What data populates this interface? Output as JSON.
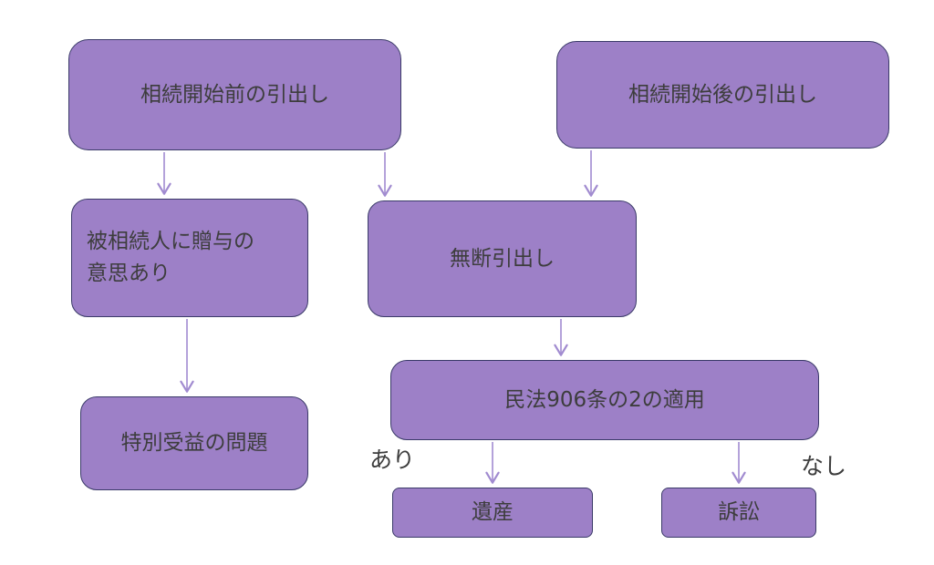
{
  "diagram": {
    "colors": {
      "background": "#ffffff",
      "box_fill": "#9d80c7",
      "box_border": "#3a3a68",
      "arrow": "#a18bd0",
      "text": "#3d3d3d"
    },
    "nodes": [
      {
        "id": "withdrawal-before-inheritance",
        "label": "相続開始前の引出し"
      },
      {
        "id": "withdrawal-after-inheritance",
        "label": "相続開始後の引出し"
      },
      {
        "id": "decedent-gift-intent",
        "label": "被相続人に贈与の\n意思あり"
      },
      {
        "id": "unauthorized-withdrawal",
        "label": "無断引出し"
      },
      {
        "id": "civil-code-906-2-application",
        "label": "民法906条の2の適用"
      },
      {
        "id": "special-benefit-issue",
        "label": "特別受益の問題"
      },
      {
        "id": "estate",
        "label": "遺産"
      },
      {
        "id": "lawsuit",
        "label": "訴訟"
      }
    ],
    "edges": [
      {
        "from": "withdrawal-before-inheritance",
        "to": "decedent-gift-intent",
        "label": ""
      },
      {
        "from": "withdrawal-before-inheritance",
        "to": "unauthorized-withdrawal",
        "label": ""
      },
      {
        "from": "withdrawal-after-inheritance",
        "to": "unauthorized-withdrawal",
        "label": ""
      },
      {
        "from": "decedent-gift-intent",
        "to": "special-benefit-issue",
        "label": ""
      },
      {
        "from": "unauthorized-withdrawal",
        "to": "civil-code-906-2-application",
        "label": ""
      },
      {
        "from": "civil-code-906-2-application",
        "to": "estate",
        "label": "あり"
      },
      {
        "from": "civil-code-906-2-application",
        "to": "lawsuit",
        "label": "なし"
      }
    ],
    "edge_labels": {
      "ari": "あり",
      "nashi": "なし"
    }
  }
}
